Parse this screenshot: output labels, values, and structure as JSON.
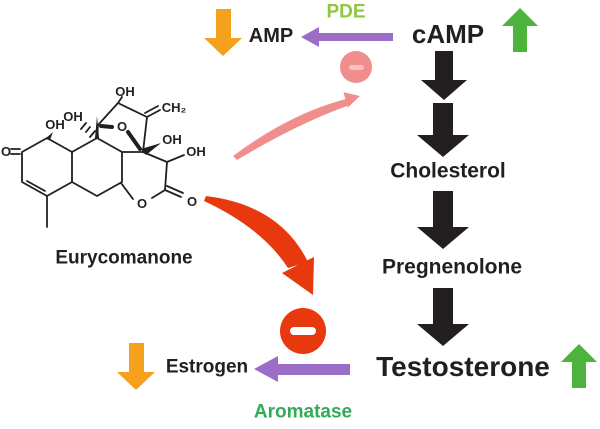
{
  "colors": {
    "background": "#FFFFFF",
    "ink": "#231F20",
    "orange": "#F5A11E",
    "green": "#4CB43A",
    "purple": "#9A6EC7",
    "red": "#E8380D",
    "pink": "#F08E8E",
    "pink_light": "#F8C0C0",
    "pde_green": "#8DC63F",
    "aromatase_green": "#2FAC55"
  },
  "pathway": {
    "camp": "cAMP",
    "amp": "AMP",
    "cholesterol": "Cholesterol",
    "pregnenolone": "Pregnenolone",
    "testosterone": "Testosterone",
    "estrogen": "Estrogen"
  },
  "enzymes": {
    "pde": "PDE",
    "aromatase": "Aromatase"
  },
  "molecule": {
    "caption": "Eurycomanone",
    "atom_labels": [
      "OH",
      "OH",
      "OH",
      "CH₂",
      "O",
      "OH",
      "OH",
      "O",
      "O",
      "O"
    ]
  },
  "icons": {
    "inhibition_strong": "minus-circle-red",
    "inhibition_weak": "minus-circle-pink",
    "increase": "green-up-arrow",
    "decrease": "orange-down-arrow",
    "enzyme_reaction": "purple-left-arrow",
    "pathway_step": "black-down-arrow"
  }
}
